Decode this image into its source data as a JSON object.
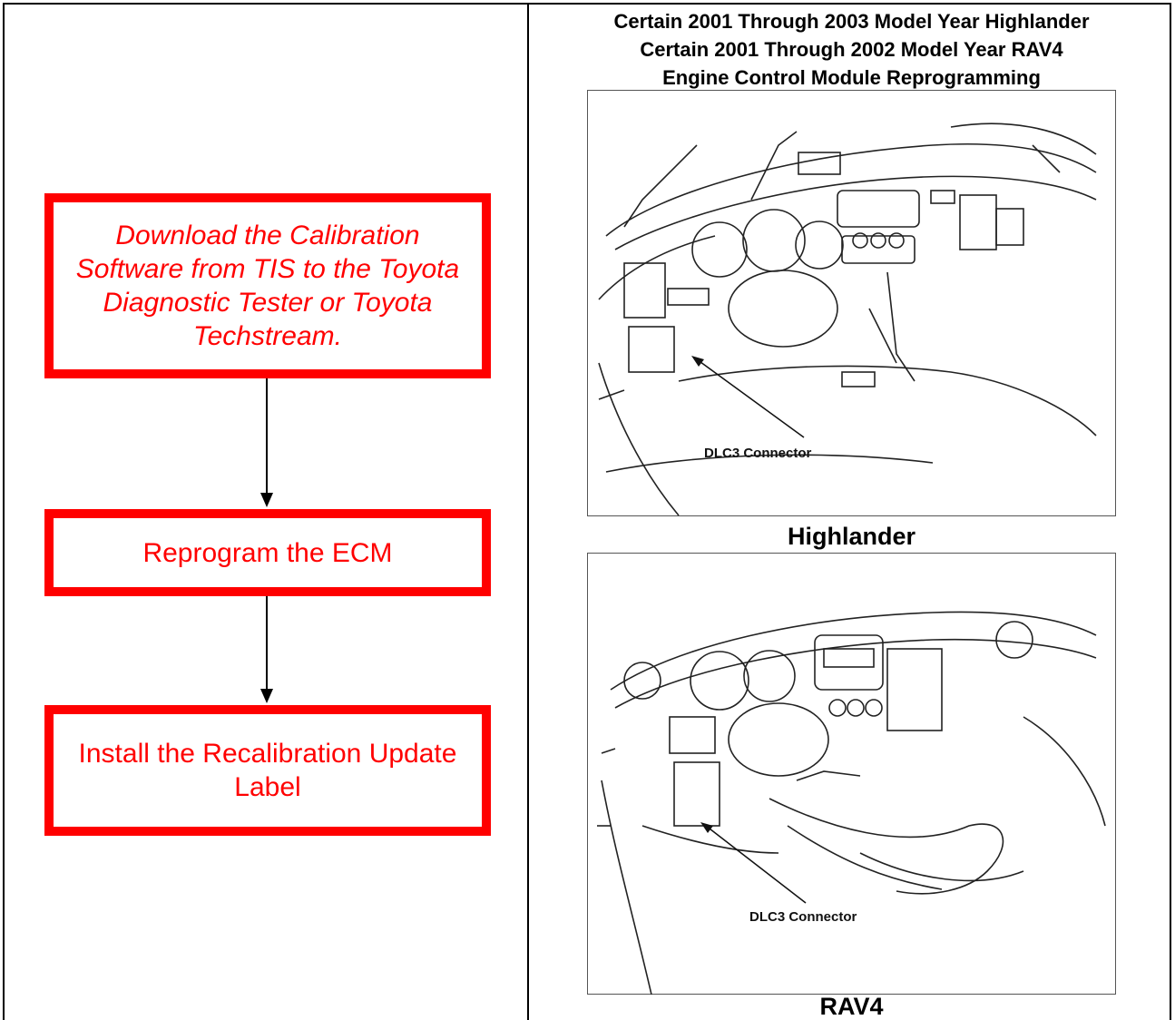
{
  "flowchart": {
    "steps": [
      {
        "lines": [
          "Download the Calibration",
          "Software from TIS to the Toyota",
          "Diagnostic Tester or Toyota",
          "Techstream."
        ]
      },
      {
        "lines": [
          "Reprogram the ECM"
        ]
      },
      {
        "lines": [
          "Install the Recalibration Update",
          "Label"
        ]
      }
    ]
  },
  "header": {
    "line1": "Certain 2001 Through 2003 Model Year Highlander",
    "line2": "Certain 2001 Through 2002 Model Year RAV4",
    "line3": "Engine Control Module Reprogramming"
  },
  "diagrams": {
    "highlander": {
      "callout": "DLC3 Connector",
      "caption": "Highlander"
    },
    "rav4": {
      "callout": "DLC3 Connector",
      "caption": "RAV4"
    }
  },
  "colors": {
    "step_border": "#ff0000",
    "step_text": "#ff0000"
  }
}
